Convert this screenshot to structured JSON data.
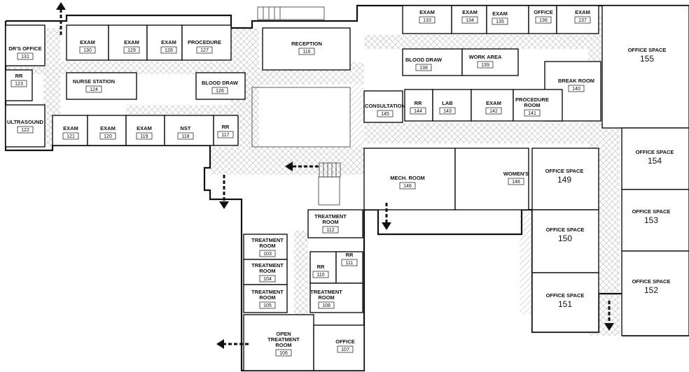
{
  "rooms": [
    {
      "id": "r131",
      "name": "DR'S OFFICE",
      "num": "131"
    },
    {
      "id": "r123",
      "name": "RR",
      "num": "123"
    },
    {
      "id": "r122",
      "name": "ULTRASOUND",
      "num": "122"
    },
    {
      "id": "r130",
      "name": "EXAM",
      "num": "130"
    },
    {
      "id": "r129",
      "name": "EXAM",
      "num": "129"
    },
    {
      "id": "r128",
      "name": "EXAM",
      "num": "128"
    },
    {
      "id": "r127",
      "name": "PROCEDURE",
      "num": "127"
    },
    {
      "id": "r124",
      "name": "NURSE STATION",
      "num": "124"
    },
    {
      "id": "r126",
      "name": "BLOOD DRAW",
      "num": "126"
    },
    {
      "id": "r121",
      "name": "EXAM",
      "num": "121"
    },
    {
      "id": "r120",
      "name": "EXAM",
      "num": "120"
    },
    {
      "id": "r119",
      "name": "EXAM",
      "num": "119"
    },
    {
      "id": "r118",
      "name": "NST",
      "num": "118"
    },
    {
      "id": "r117",
      "name": "RR",
      "num": "117"
    },
    {
      "id": "r116",
      "name": "RECEPTION",
      "num": "116"
    },
    {
      "id": "r133",
      "name": "EXAM",
      "num": "133"
    },
    {
      "id": "r134",
      "name": "EXAM",
      "num": "134"
    },
    {
      "id": "r135",
      "name": "EXAM",
      "num": "135"
    },
    {
      "id": "r136",
      "name": "OFFICE",
      "num": "136"
    },
    {
      "id": "r137",
      "name": "EXAM",
      "num": "137"
    },
    {
      "id": "r138",
      "name": "BLOOD DRAW",
      "num": "138"
    },
    {
      "id": "r139",
      "name": "WORK AREA",
      "num": "139"
    },
    {
      "id": "r140",
      "name": "BREAK ROOM",
      "num": "140"
    },
    {
      "id": "r145",
      "name": "CONSULTATION",
      "num": "145"
    },
    {
      "id": "r144",
      "name": "RR",
      "num": "144"
    },
    {
      "id": "r143",
      "name": "LAB",
      "num": "143"
    },
    {
      "id": "r142",
      "name": "EXAM",
      "num": "142"
    },
    {
      "id": "r141",
      "name": "PROCEDURE ROOM",
      "num": "141"
    },
    {
      "id": "r146",
      "name": "MECH. ROOM",
      "num": "146"
    },
    {
      "id": "r148",
      "name": "WOMEN'S",
      "num": "148"
    },
    {
      "id": "r112",
      "name": "TREATMENT ROOM",
      "num": "112"
    },
    {
      "id": "r103",
      "name": "TREATMENT ROOM",
      "num": "103"
    },
    {
      "id": "r104",
      "name": "TREATMENT ROOM",
      "num": "104"
    },
    {
      "id": "r105",
      "name": "TREATMENT ROOM",
      "num": "105"
    },
    {
      "id": "r110",
      "name": "RR",
      "num": "110"
    },
    {
      "id": "r111",
      "name": "RR",
      "num": "111"
    },
    {
      "id": "r108",
      "name": "TREATMENT ROOM",
      "num": "108"
    },
    {
      "id": "r106",
      "name": "OPEN TREATMENT ROOM",
      "num": "106"
    },
    {
      "id": "r107",
      "name": "OFFICE",
      "num": "107"
    }
  ],
  "office_spaces": [
    {
      "id": "o155",
      "name": "OFFICE SPACE",
      "num": "155"
    },
    {
      "id": "o154",
      "name": "OFFICE SPACE",
      "num": "154"
    },
    {
      "id": "o149",
      "name": "OFFICE SPACE",
      "num": "149"
    },
    {
      "id": "o153",
      "name": "OFFICE SPACE",
      "num": "153"
    },
    {
      "id": "o150",
      "name": "OFFICE SPACE",
      "num": "150"
    },
    {
      "id": "o152",
      "name": "OFFICE SPACE",
      "num": "152"
    },
    {
      "id": "o151",
      "name": "OFFICE SPACE",
      "num": "151"
    }
  ],
  "colors": {
    "wall": "#111111",
    "corridor_hatch": "#9a9a9a",
    "background": "#ffffff"
  },
  "exits": [
    "exit-arrow-north",
    "exit-arrow-west-corridor",
    "exit-arrow-south-1",
    "exit-arrow-south-2",
    "exit-arrow-south-3",
    "exit-arrow-west-bottom"
  ]
}
